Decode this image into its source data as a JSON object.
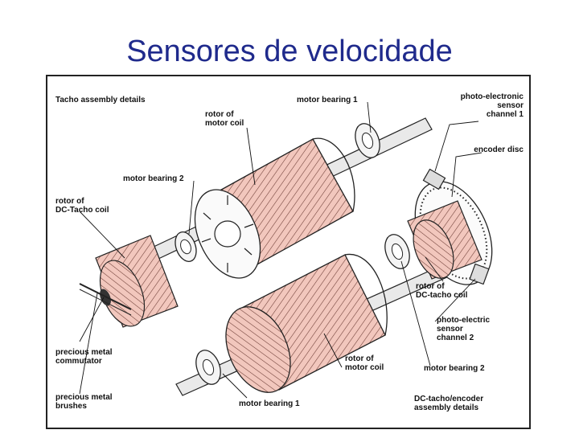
{
  "slide": {
    "title": "Sensores de velocidade"
  },
  "labels": {
    "tacho_assembly": "Tacho assembly details",
    "rotor_motor_coil_top": "rotor of\nmotor coil",
    "motor_bearing_1_top": "motor bearing 1",
    "photo_sensor_1": "photo-electronic\nsensor\nchannel 1",
    "encoder_disc": "encoder disc",
    "motor_bearing_2_top": "motor bearing 2",
    "rotor_dc_tacho_left": "rotor of\nDC-Tacho coil",
    "rotor_dc_tacho_right": "rotor of\nDC-tacho coil",
    "photo_sensor_2": "photo-electric\nsensor\nchannel 2",
    "precious_metal_commutator": "precious metal\ncommutator",
    "rotor_motor_coil_bottom": "rotor of\nmotor coil",
    "motor_bearing_2_bottom": "motor bearing 2",
    "precious_metal_brushes": "precious metal\nbrushes",
    "motor_bearing_1_bottom": "motor bearing 1",
    "dc_tacho_encoder": "DC-tacho/encoder\nassembly details"
  }
}
